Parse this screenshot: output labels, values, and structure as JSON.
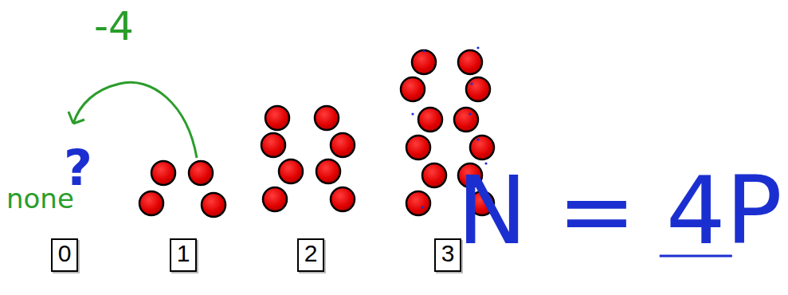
{
  "diagram": {
    "nodes": [
      {
        "text": [
          "0"
        ]
      },
      {
        "text": [
          "1"
        ]
      },
      {
        "text": [
          "2"
        ]
      },
      {
        "text": [
          "3"
        ]
      }
    ],
    "labels": [
      "-4",
      "?",
      "none",
      "N = 4P"
    ]
  }
}
